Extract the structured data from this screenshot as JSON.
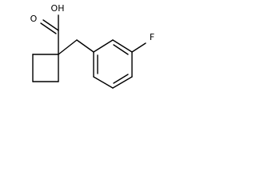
{
  "molecule": {
    "labels": {
      "hydroxyl": "OH",
      "carbonyl_oxygen": "O",
      "fluorine": "F"
    },
    "bond_color": "#000000",
    "background": "#ffffff"
  }
}
